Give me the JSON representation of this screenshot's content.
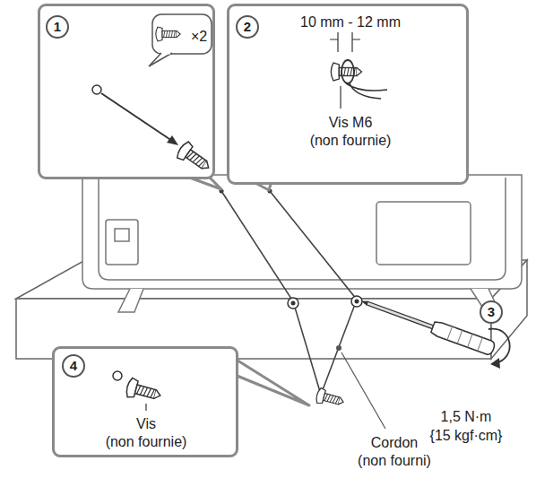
{
  "diagram": {
    "nodes": [
      {
        "text": [
          "1",
          "×2"
        ]
      },
      {
        "text": [
          "2",
          "10 mm - 12 mm",
          "Vis M6 (non fournie)"
        ]
      },
      {
        "text": [
          "4",
          "Vis (non fournie)"
        ]
      }
    ],
    "labels": [
      "3",
      "1,5 N·m",
      "{15 kgf·cm}",
      "Cordon (non fourni)"
    ]
  }
}
